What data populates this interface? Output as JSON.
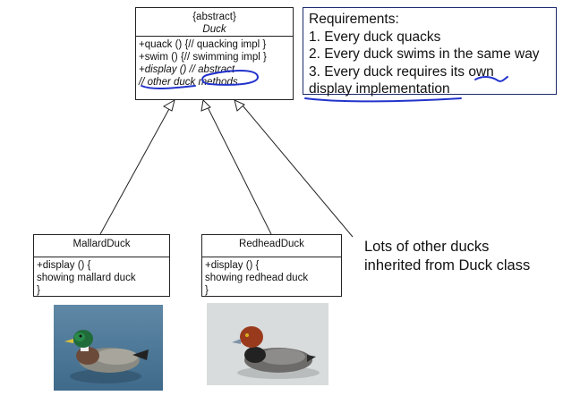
{
  "duck_class": {
    "stereotype": "{abstract}",
    "name": "Duck",
    "members": [
      {
        "text": "+quack () {// quacking impl }",
        "italic": false
      },
      {
        "text": "+swim () {// swimming impl }",
        "italic": false
      },
      {
        "text": "+display () // abstract",
        "italic": true
      },
      {
        "text": "// other duck methods",
        "italic": true
      }
    ]
  },
  "requirements": {
    "title": "Requirements:",
    "lines": [
      "1. Every duck quacks",
      "2. Every duck swims in the same way",
      "3. Every duck requires its own",
      "display implementation"
    ]
  },
  "mallard_class": {
    "name": "MallardDuck",
    "lines": [
      "+display () {",
      " showing mallard duck",
      "}"
    ]
  },
  "redhead_class": {
    "name": "RedheadDuck",
    "lines": [
      "+display () {",
      " showing redhead duck",
      "}"
    ]
  },
  "other_ducks_note": {
    "lines": [
      "Lots of other ducks",
      "inherited from Duck class"
    ]
  },
  "colors": {
    "annotation_ink": "#2233cc",
    "box_border": "#222222"
  }
}
